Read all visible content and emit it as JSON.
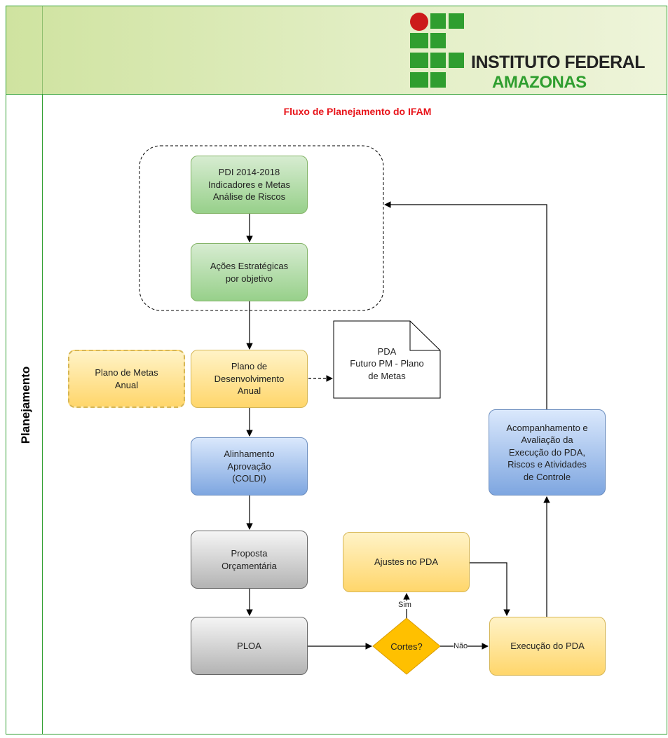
{
  "header": {
    "logo_line1": "INSTITUTO FEDERAL",
    "logo_line2": "AMAZONAS",
    "logo_colors": {
      "red": "#cc1b1b",
      "green": "#2f9e2f"
    }
  },
  "diagram": {
    "title": "Fluxo de Planejamento do IFAM",
    "lane_label": "Planejamento",
    "nodes": {
      "pdi": "PDI 2014-2018\nIndicadores e Metas\nAnálise de Riscos",
      "acoes": "Ações Estratégicas\npor objetivo",
      "plano_metas": "Plano de Metas\nAnual",
      "plano_desenvolvimento": "Plano de\nDesenvolvimento\nAnual",
      "pda_doc": "PDA\nFuturo PM - Plano\nde Metas",
      "alinhamento": "Alinhamento\nAprovação\n(COLDI)",
      "proposta": "Proposta\nOrçamentária",
      "ploa": "PLOA",
      "cortes": "Cortes?",
      "ajustes": "Ajustes no PDA",
      "execucao": "Execução do PDA",
      "acompanhamento": "Acompanhamento e\nAvaliação da\nExecução do PDA,\nRiscos e Atividades\nde Controle"
    },
    "edge_labels": {
      "sim": "Sim",
      "nao": "Não"
    }
  }
}
